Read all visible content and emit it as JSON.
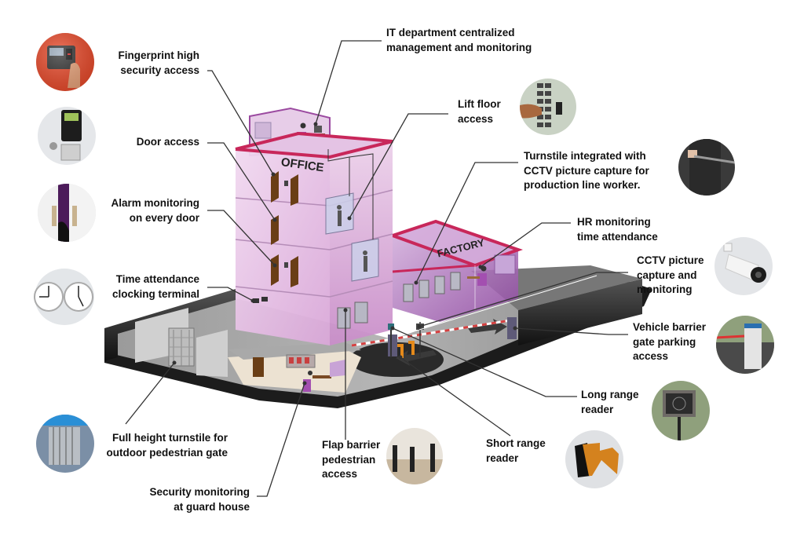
{
  "diagram": {
    "building_signs": {
      "office": "OFFICE",
      "factory": "FACTORY"
    },
    "colors": {
      "building_pink": "#e8c6e6",
      "building_purple": "#9b4aa0",
      "roof_red": "#c8275a",
      "ground_dark": "#2b2b2b",
      "ground_grey": "#8a8a8a",
      "leader_line": "#333333",
      "text": "#111111"
    },
    "callouts": [
      {
        "id": "fingerprint",
        "lines": [
          "Fingerprint high",
          "security access"
        ],
        "icon": "fingerprint-reader-photo"
      },
      {
        "id": "door-access",
        "lines": [
          "Door access"
        ],
        "icon": "keypad-door-reader-photo"
      },
      {
        "id": "alarm",
        "lines": [
          "Alarm monitoring",
          "on every door"
        ],
        "icon": "door-handles-photo"
      },
      {
        "id": "time-attendance",
        "lines": [
          "Time attendance",
          "clocking terminal"
        ],
        "icon": "wall-clocks-photo"
      },
      {
        "id": "full-height-turnstile",
        "lines": [
          "Full height turnstile for",
          "outdoor pedestrian gate"
        ],
        "icon": "full-height-turnstile-photo"
      },
      {
        "id": "guard-house",
        "lines": [
          "Security monitoring",
          "at guard house"
        ],
        "icon": null
      },
      {
        "id": "flap-barrier",
        "lines": [
          "Flap barrier",
          "pedestrian",
          "access"
        ],
        "icon": "flap-barrier-photo"
      },
      {
        "id": "short-range",
        "lines": [
          "Short range",
          "reader"
        ],
        "icon": "short-range-reader-photo"
      },
      {
        "id": "long-range",
        "lines": [
          "Long range",
          "reader"
        ],
        "icon": "long-range-reader-photo"
      },
      {
        "id": "vehicle-barrier",
        "lines": [
          "Vehicle barrier",
          "gate parking",
          "access"
        ],
        "icon": "vehicle-barrier-photo"
      },
      {
        "id": "cctv",
        "lines": [
          "CCTV picture",
          "capture and",
          "monitoring"
        ],
        "icon": "cctv-camera-photo"
      },
      {
        "id": "hr",
        "lines": [
          "HR monitoring",
          "time attendance"
        ],
        "icon": null
      },
      {
        "id": "turnstile-cctv",
        "lines": [
          "Turnstile integrated with",
          "CCTV picture capture for",
          "production line worker."
        ],
        "icon": "turnstile-worker-photo"
      },
      {
        "id": "lift",
        "lines": [
          "Lift floor",
          "access"
        ],
        "icon": "lift-keypad-photo"
      },
      {
        "id": "it-dept",
        "lines": [
          "IT department centralized",
          "management and monitoring"
        ],
        "icon": null
      }
    ]
  }
}
